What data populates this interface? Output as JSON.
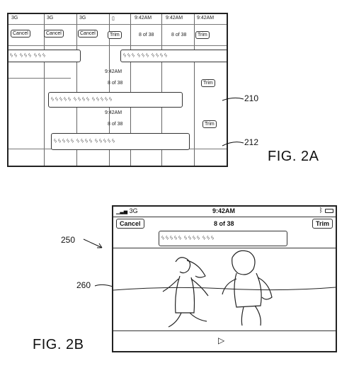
{
  "fig2a": {
    "status": {
      "signals": [
        "3G",
        "3G",
        "3G"
      ],
      "times": [
        "9:42AM",
        "9:42AM",
        "9:42AM"
      ]
    },
    "cancel_label": "Cancel",
    "trim_label": "Trim",
    "counter": "8 of 38",
    "time": "9:42AM",
    "caption": "FIG. 2A",
    "ref_210": "210",
    "ref_212": "212"
  },
  "fig2b": {
    "status": {
      "signal": "3G",
      "time": "9:42AM"
    },
    "cancel_label": "Cancel",
    "trim_label": "Trim",
    "counter": "8 of 38",
    "play_icon": "▷",
    "caption": "FIG. 2B",
    "ref_250": "250",
    "ref_260": "260"
  }
}
